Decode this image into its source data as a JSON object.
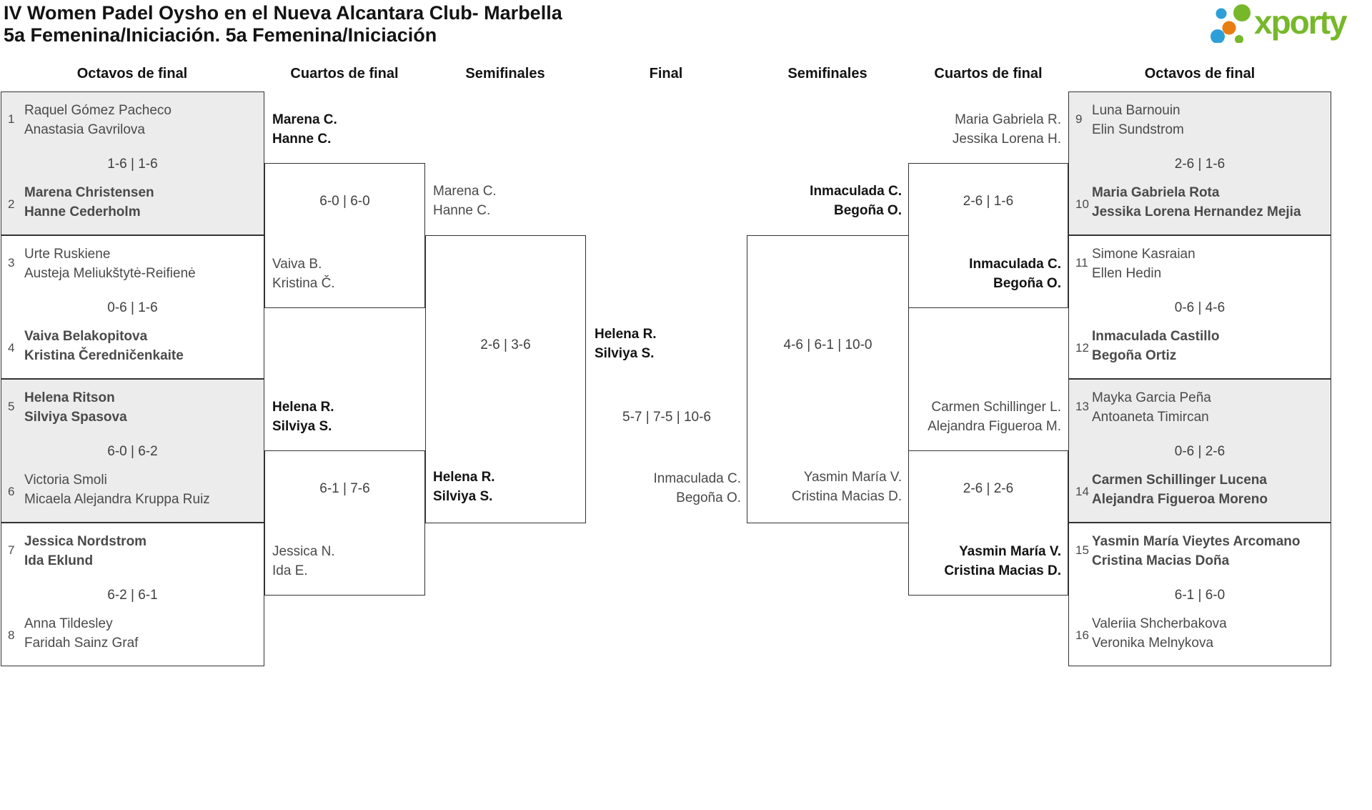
{
  "header": {
    "title_line1": "IV Women Padel Oysho en el Nueva Alcantara Club- Marbella",
    "title_line2": "5a Femenina/Iniciación. 5a Femenina/Iniciación",
    "logo_text": "xporty"
  },
  "colors": {
    "logo_green": "#76b82a",
    "logo_blue": "#2d9fd8",
    "logo_orange": "#e87d12",
    "shaded_box": "#ececec",
    "border": "#333333",
    "text_regular": "#4a4a4a",
    "text_winner": "#131313"
  },
  "round_labels": {
    "r16_left": "Octavos de final",
    "qf_left": "Cuartos de final",
    "sf_left": "Semifinales",
    "final": "Final",
    "sf_right": "Semifinales",
    "qf_right": "Cuartos de final",
    "r16_right": "Octavos de final"
  },
  "bracket": {
    "r16_left": [
      {
        "seed1": "1",
        "team1": [
          "Raquel Gómez Pacheco",
          "Anastasia Gavrilova"
        ],
        "winner1": false,
        "score": "1-6 | 1-6",
        "seed2": "2",
        "team2": [
          "Marena Christensen",
          "Hanne Cederholm"
        ],
        "winner2": true,
        "shaded": true
      },
      {
        "seed1": "3",
        "team1": [
          "Urte Ruskiene",
          "Austeja Meliukštytė-Reifienė"
        ],
        "winner1": false,
        "score": "0-6 | 1-6",
        "seed2": "4",
        "team2": [
          "Vaiva Belakopitova",
          "Kristina Čeredničenkaite"
        ],
        "winner2": true,
        "shaded": false
      },
      {
        "seed1": "5",
        "team1": [
          "Helena Ritson",
          "Silviya Spasova"
        ],
        "winner1": true,
        "score": "6-0 | 6-2",
        "seed2": "6",
        "team2": [
          "Victoria Smoli",
          "Micaela Alejandra Kruppa Ruiz"
        ],
        "winner2": false,
        "shaded": true
      },
      {
        "seed1": "7",
        "team1": [
          "Jessica Nordstrom",
          "Ida Eklund"
        ],
        "winner1": true,
        "score": "6-2 | 6-1",
        "seed2": "8",
        "team2": [
          "Anna Tildesley",
          "Faridah Sainz Graf"
        ],
        "winner2": false,
        "shaded": false
      }
    ],
    "qf_left": [
      {
        "team1": [
          "Marena C.",
          "Hanne C."
        ],
        "winner1": true,
        "score": "6-0 | 6-0",
        "team2": [
          "Vaiva B.",
          "Kristina Č."
        ],
        "winner2": false
      },
      {
        "team1": [
          "Helena R.",
          "Silviya S."
        ],
        "winner1": true,
        "score": "6-1 | 7-6",
        "team2": [
          "Jessica N.",
          "Ida E."
        ],
        "winner2": false
      }
    ],
    "sf_left": [
      {
        "team1": [
          "Marena C.",
          "Hanne C."
        ],
        "winner1": false,
        "score": "2-6 | 3-6",
        "team2": [
          "Helena R.",
          "Silviya S."
        ],
        "winner2": true
      }
    ],
    "final": {
      "team1": [
        "Helena R.",
        "Silviya S."
      ],
      "winner1": true,
      "score": "5-7 | 7-5 | 10-6",
      "team2": [
        "Inmaculada C.",
        "Begoña O."
      ],
      "winner2": false
    },
    "sf_right": [
      {
        "team1": [
          "Inmaculada C.",
          "Begoña O."
        ],
        "winner1": true,
        "score": "4-6 | 6-1 | 10-0",
        "team2": [
          "Yasmin María V.",
          "Cristina Macias D."
        ],
        "winner2": false
      }
    ],
    "qf_right": [
      {
        "team1": [
          "Maria Gabriela R.",
          "Jessika Lorena H."
        ],
        "winner1": false,
        "score": "2-6 | 1-6",
        "team2": [
          "Inmaculada C.",
          "Begoña O."
        ],
        "winner2": true
      },
      {
        "team1": [
          "Carmen Schillinger L.",
          "Alejandra Figueroa M."
        ],
        "winner1": false,
        "score": "2-6 | 2-6",
        "team2": [
          "Yasmin María V.",
          "Cristina Macias D."
        ],
        "winner2": true
      }
    ],
    "r16_right": [
      {
        "seed1": "9",
        "team1": [
          "Luna Barnouin",
          "Elin Sundstrom"
        ],
        "winner1": false,
        "score": "2-6 | 1-6",
        "seed2": "10",
        "team2": [
          "Maria Gabriela Rota",
          "Jessika Lorena Hernandez Mejia"
        ],
        "winner2": true,
        "shaded": true
      },
      {
        "seed1": "11",
        "team1": [
          "Simone Kasraian",
          "Ellen Hedin"
        ],
        "winner1": false,
        "score": "0-6 | 4-6",
        "seed2": "12",
        "team2": [
          "Inmaculada Castillo",
          "Begoña Ortiz"
        ],
        "winner2": true,
        "shaded": false
      },
      {
        "seed1": "13",
        "team1": [
          "Mayka Garcia Peña",
          "Antoaneta Timircan"
        ],
        "winner1": false,
        "score": "0-6 | 2-6",
        "seed2": "14",
        "team2": [
          "Carmen Schillinger Lucena",
          "Alejandra Figueroa Moreno"
        ],
        "winner2": true,
        "shaded": true
      },
      {
        "seed1": "15",
        "team1": [
          "Yasmin María Vieytes Arcomano",
          "Cristina Macias Doña"
        ],
        "winner1": true,
        "score": "6-1 | 6-0",
        "seed2": "16",
        "team2": [
          "Valeriia Shcherbakova",
          "Veronika Melnykova"
        ],
        "winner2": false,
        "shaded": false
      }
    ]
  }
}
